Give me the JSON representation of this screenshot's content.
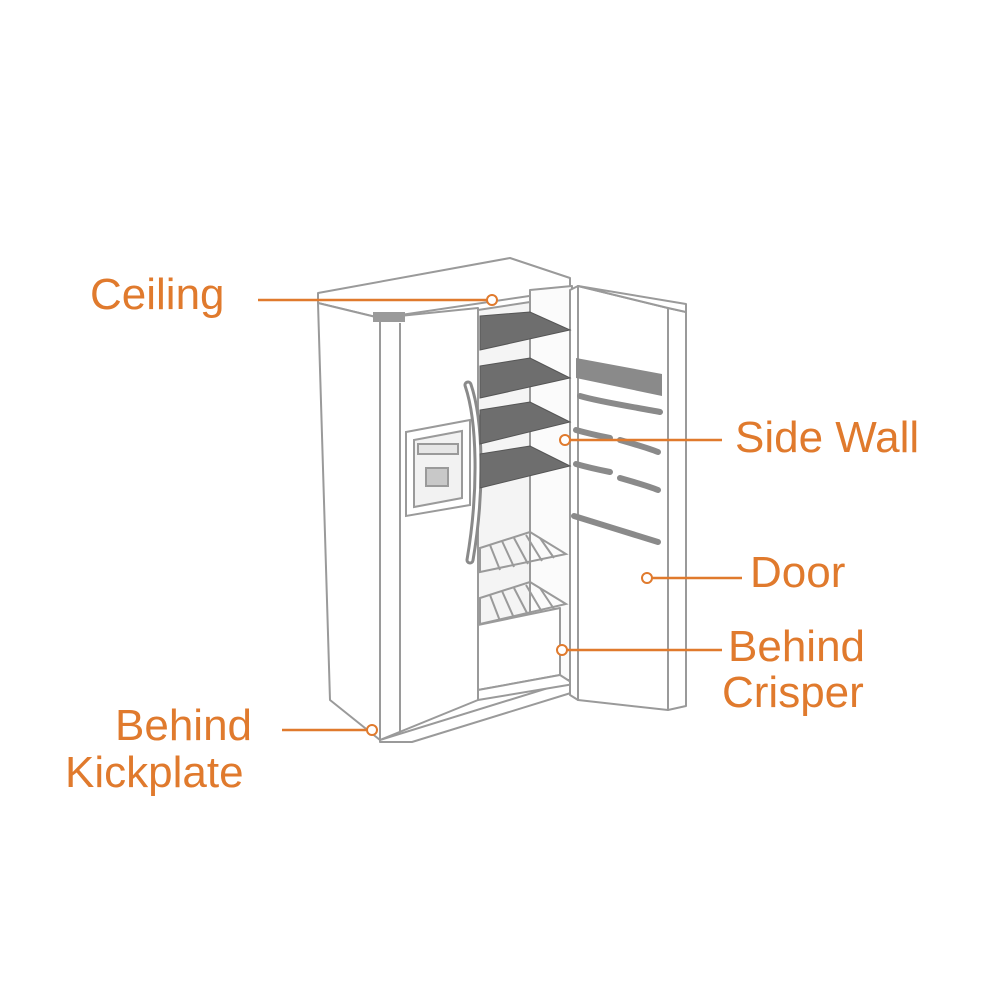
{
  "colors": {
    "accent": "#e07a2d",
    "outline": "#9a9a9a",
    "shelf_dark": "#6e6e6e"
  },
  "labels": {
    "ceiling": "Ceiling",
    "side_wall": "Side Wall",
    "door": "Door",
    "behind_crisper_1": "Behind",
    "behind_crisper_2": "Crisper",
    "behind_kickplate_1": "Behind",
    "behind_kickplate_2": "Kickplate"
  }
}
